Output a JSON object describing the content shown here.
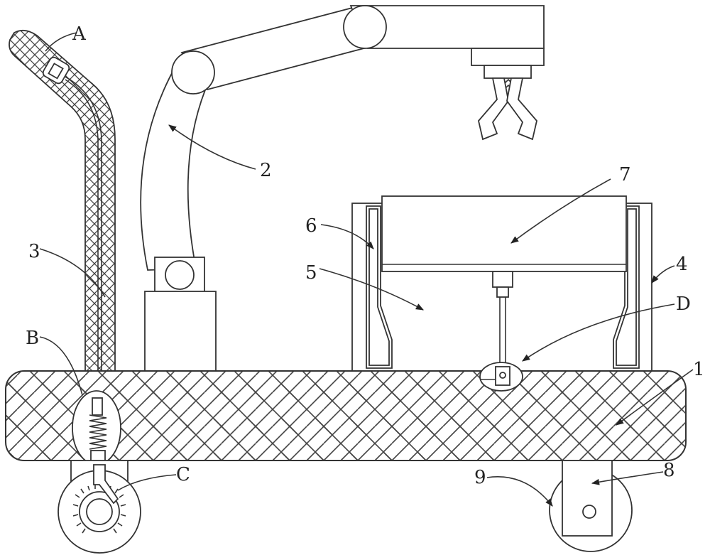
{
  "figure": {
    "labels": {
      "A": "A",
      "B": "B",
      "C": "C",
      "D": "D",
      "n1": "1",
      "n2": "2",
      "n3": "3",
      "n4": "4",
      "n5": "5",
      "n6": "6",
      "n7": "7",
      "n8": "8",
      "n9": "9"
    },
    "colors": {
      "line": "#333333",
      "background": "#ffffff"
    }
  }
}
